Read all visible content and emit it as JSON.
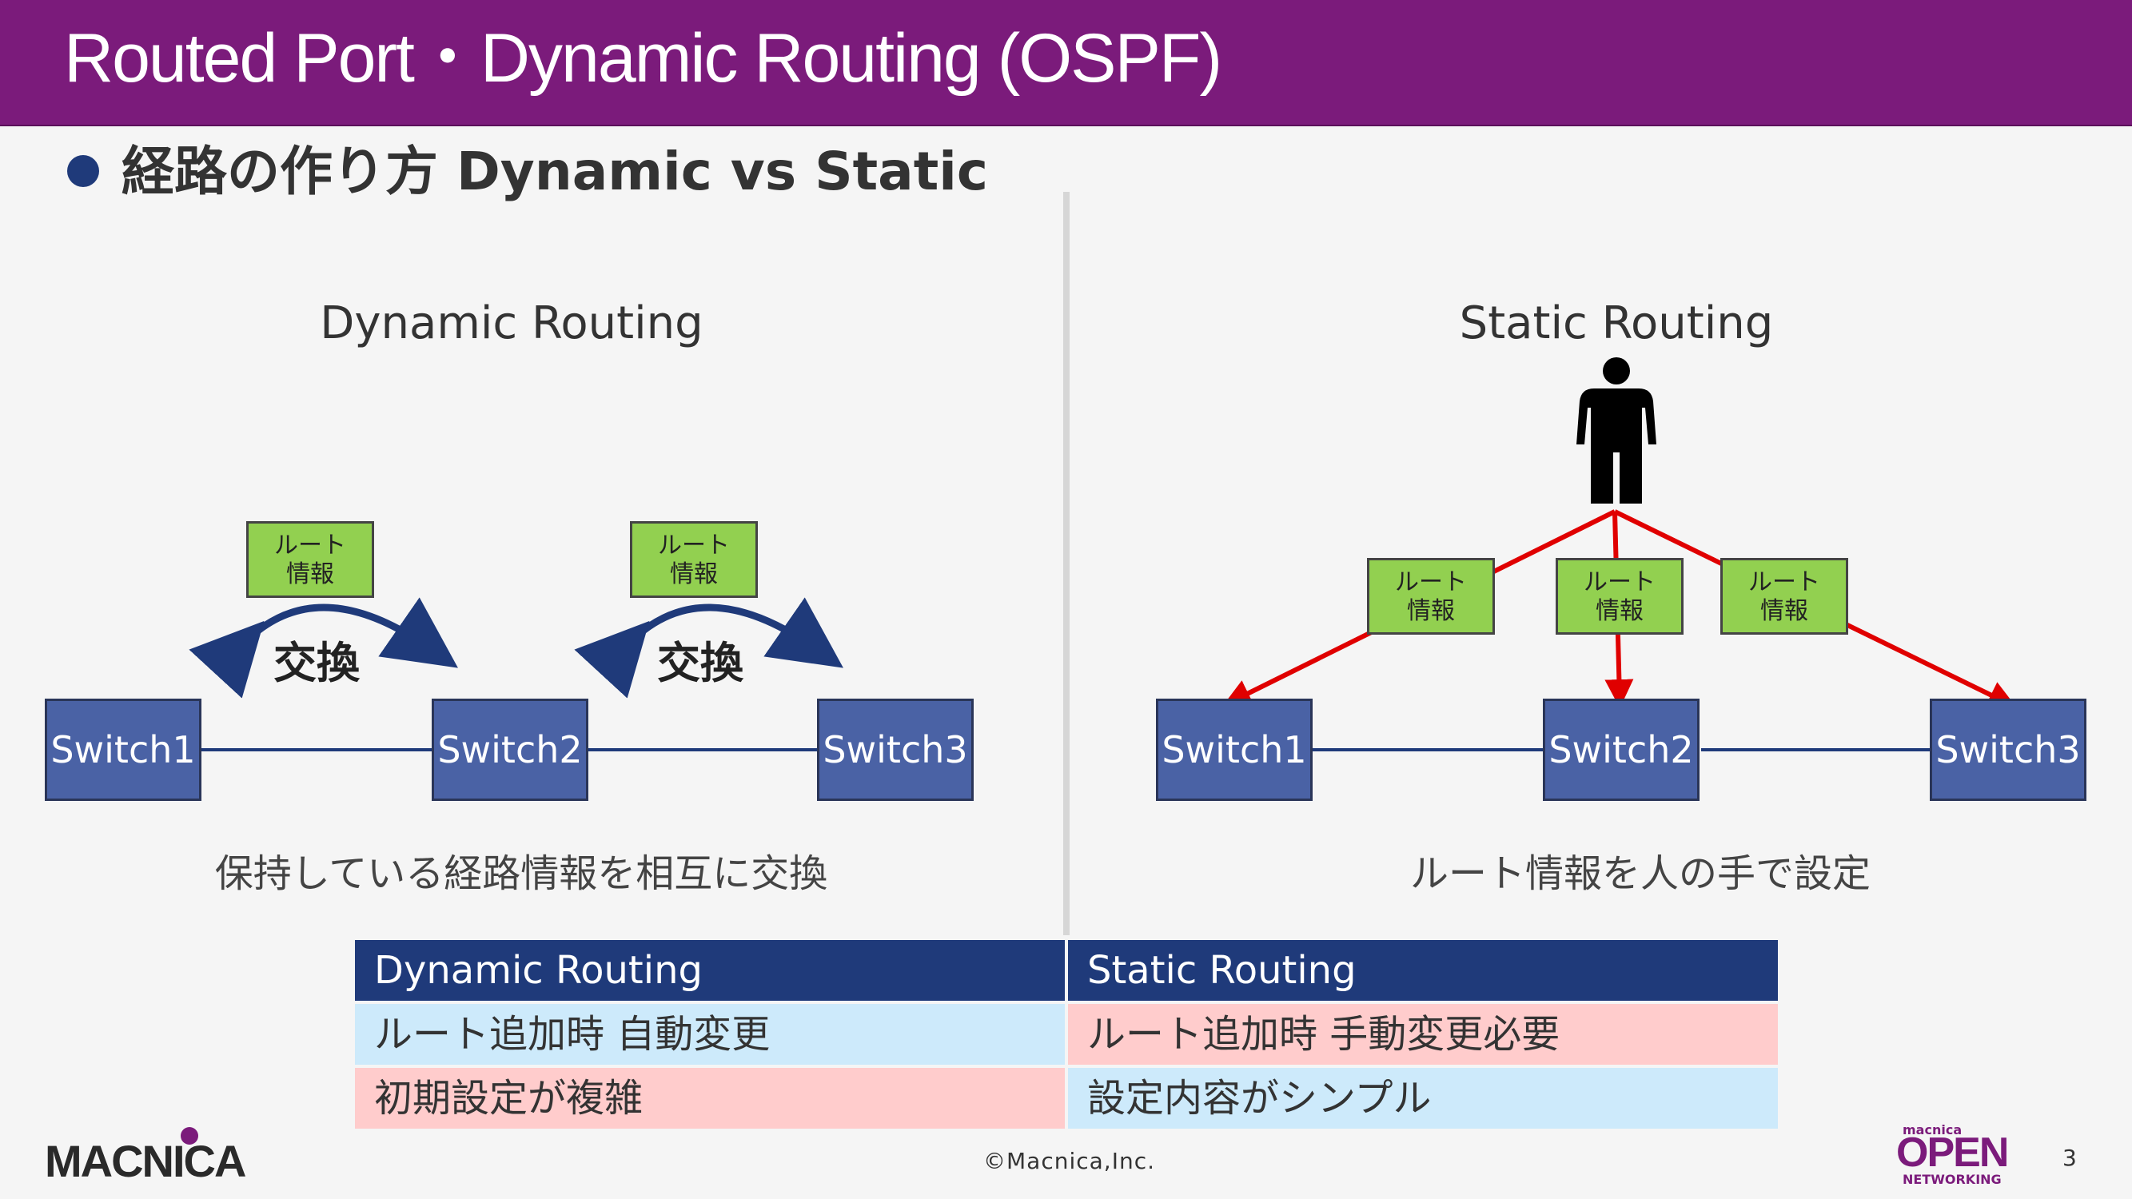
{
  "header": {
    "title": "Routed Port・Dynamic Routing (OSPF)"
  },
  "bullet": {
    "text": "経路の作り方 Dynamic vs Static"
  },
  "dynamic": {
    "title": "Dynamic Routing",
    "switches": [
      "Switch1",
      "Switch2",
      "Switch3"
    ],
    "route_info_line1": "ルート",
    "route_info_line2": "情報",
    "exchange_label": "交換",
    "caption": "保持している経路情報を相互に交換"
  },
  "static": {
    "title": "Static Routing",
    "switches": [
      "Switch1",
      "Switch2",
      "Switch3"
    ],
    "route_info_line1": "ルート",
    "route_info_line2": "情報",
    "caption": "ルート情報を人の手で設定"
  },
  "table": {
    "headers": [
      "Dynamic Routing",
      "Static Routing"
    ],
    "rows": [
      [
        "ルート追加時 自動変更",
        "ルート追加時 手動変更必要"
      ],
      [
        "初期設定が複雑",
        "設定内容がシンプル"
      ]
    ]
  },
  "footer": {
    "logo_left": "MACNICA",
    "copyright": "©Macnica,Inc.",
    "logo_right_small": "macnica",
    "logo_right_open": "OPEN",
    "logo_right_networking": "NETWORKING",
    "page_number": "3"
  },
  "colors": {
    "header_bg": "#7b1b7b",
    "switch_fill": "#4a62a5",
    "route_fill": "#92d050",
    "arrow_blue": "#1f3a7a",
    "arrow_red": "#e00000",
    "table_header": "#1f3a7a",
    "row_blue": "#cdeafb",
    "row_pink": "#ffcccc"
  }
}
